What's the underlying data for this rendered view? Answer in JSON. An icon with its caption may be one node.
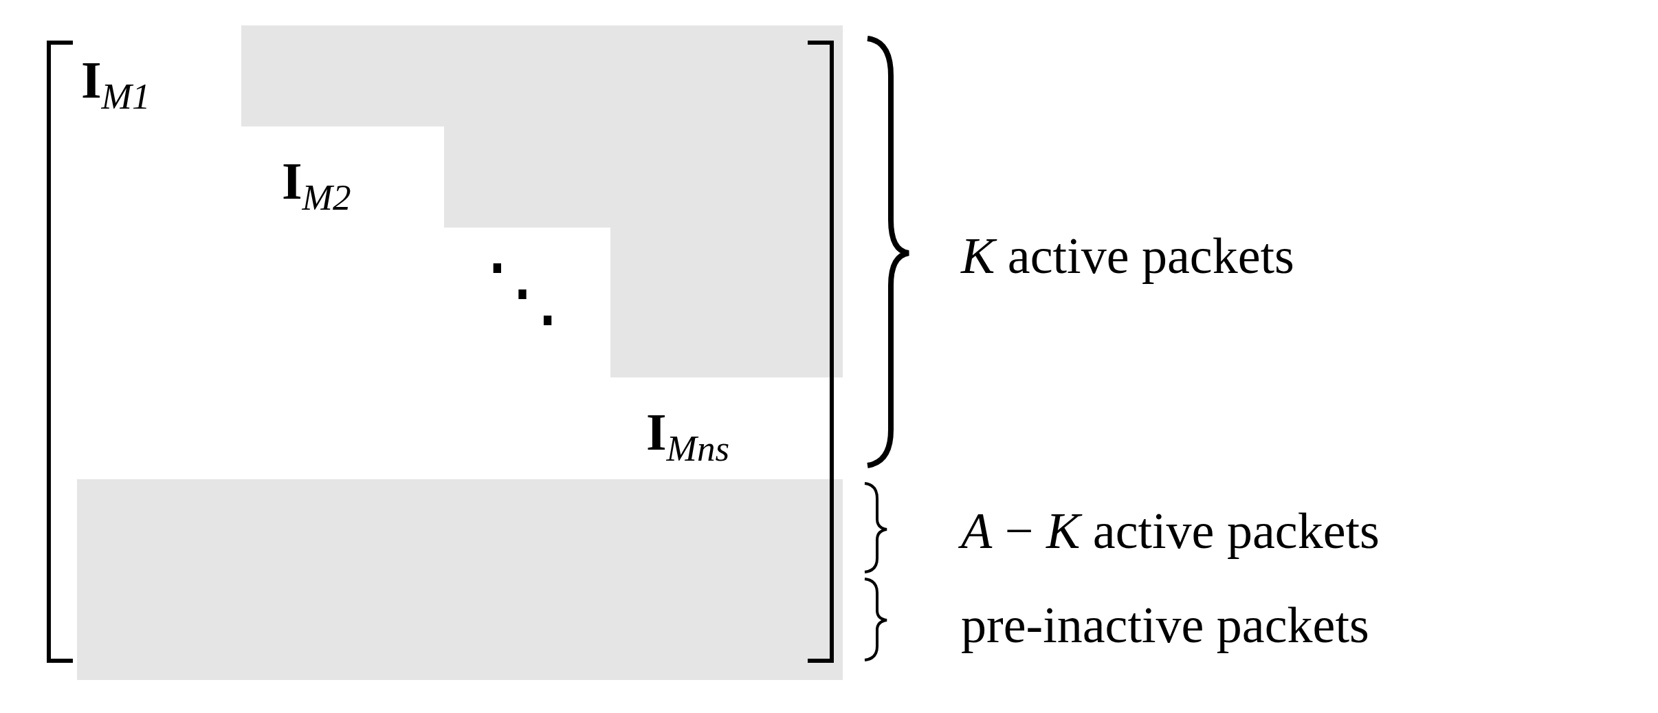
{
  "diagram": {
    "labels": [
      "**I**$_{M1}$",
      "**I**$_{M2}$",
      "⋱",
      "**I**$_{Mns}$",
      "*K* active packets",
      "*A* − *K* active packets",
      "pre-inactive packets"
    ]
  }
}
